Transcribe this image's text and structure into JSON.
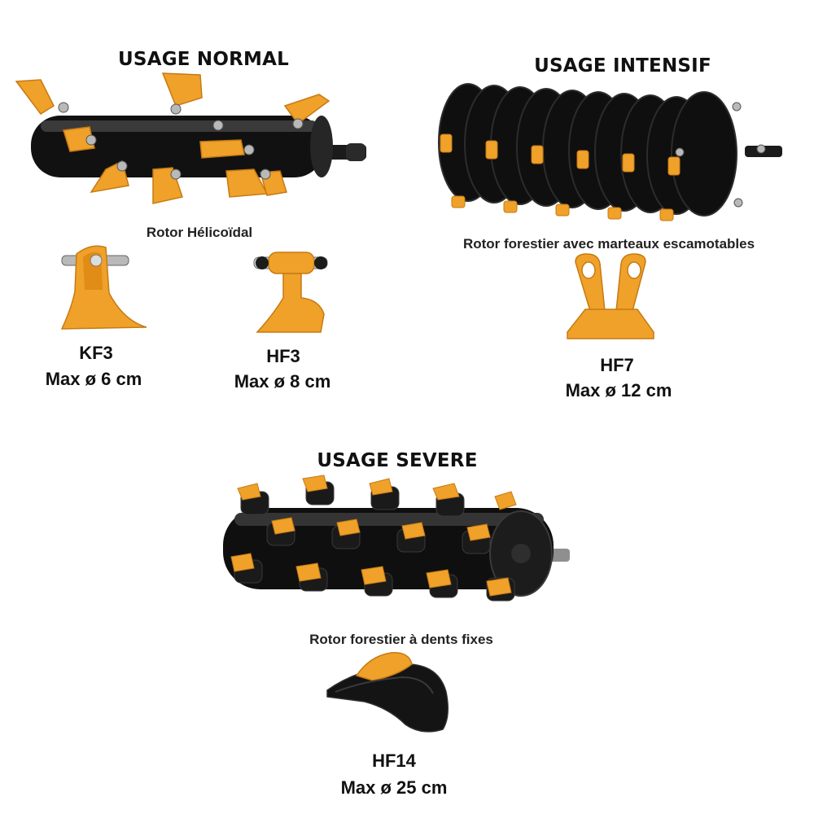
{
  "colors": {
    "orange": "#f0a12a",
    "orange_dark": "#c67a12",
    "black": "#151515",
    "metal": "#b9b9b9"
  },
  "normal": {
    "heading": "USAGE NORMAL",
    "rotor_caption": "Rotor Hélicoïdal",
    "tools": [
      {
        "code": "KF3",
        "max": "Max ø 6 cm"
      },
      {
        "code": "HF3",
        "max": "Max ø 8 cm"
      }
    ]
  },
  "intensif": {
    "heading": "USAGE INTENSIF",
    "rotor_caption": "Rotor forestier avec marteaux escamotables",
    "tools": [
      {
        "code": "HF7",
        "max": "Max ø 12 cm"
      }
    ]
  },
  "severe": {
    "heading": "USAGE SEVERE",
    "rotor_caption": "Rotor forestier à dents fixes",
    "tools": [
      {
        "code": "HF14",
        "max": "Max ø 25 cm"
      }
    ]
  }
}
